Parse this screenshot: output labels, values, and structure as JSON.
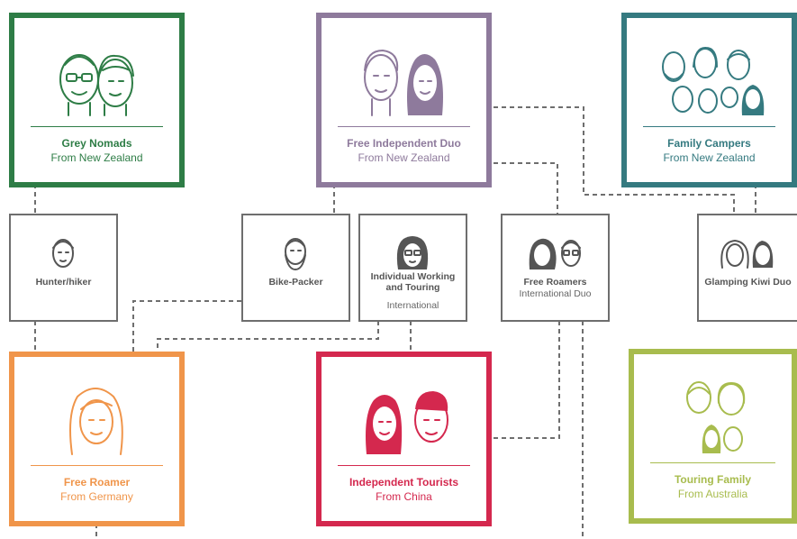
{
  "colors": {
    "green": "#2e7d46",
    "purple": "#8e7a9c",
    "teal": "#357a80",
    "orange": "#f0954a",
    "red": "#d4284e",
    "olive": "#a8bc4e",
    "grey": "#6e6e6e"
  },
  "segments": {
    "grey_nomads": {
      "title": "Grey Nomads",
      "subtitle": "From New Zealand",
      "icon": "older-couple-icon"
    },
    "free_independent_duo": {
      "title": "Free Independent Duo",
      "subtitle": "From New Zealand",
      "icon": "young-couple-icon"
    },
    "family_campers": {
      "title": "Family Campers",
      "subtitle": "From New Zealand",
      "icon": "family-group-icon"
    },
    "free_roamer": {
      "title": "Free Roamer",
      "subtitle": "From Germany",
      "icon": "woman-face-icon"
    },
    "independent_tourists": {
      "title": "Independent Tourists",
      "subtitle": "From China",
      "icon": "young-couple-icon"
    },
    "touring_family": {
      "title": "Touring Family",
      "subtitle": "From Australia",
      "icon": "family-group-icon"
    }
  },
  "subsegments": {
    "hunter_hiker": {
      "title": "Hunter/hiker",
      "icon": "man-face-icon"
    },
    "bike_packer": {
      "title": "Bike-Packer",
      "icon": "bearded-man-icon"
    },
    "individual_working": {
      "title": "Individual Working and Touring",
      "subtitle": "International",
      "icon": "woman-glasses-icon"
    },
    "free_roamers": {
      "title": "Free Roamers",
      "subtitle": "International Duo",
      "icon": "couple-icon"
    },
    "glamping": {
      "title": "Glamping Kiwi Duo",
      "icon": "couple-icon"
    }
  }
}
